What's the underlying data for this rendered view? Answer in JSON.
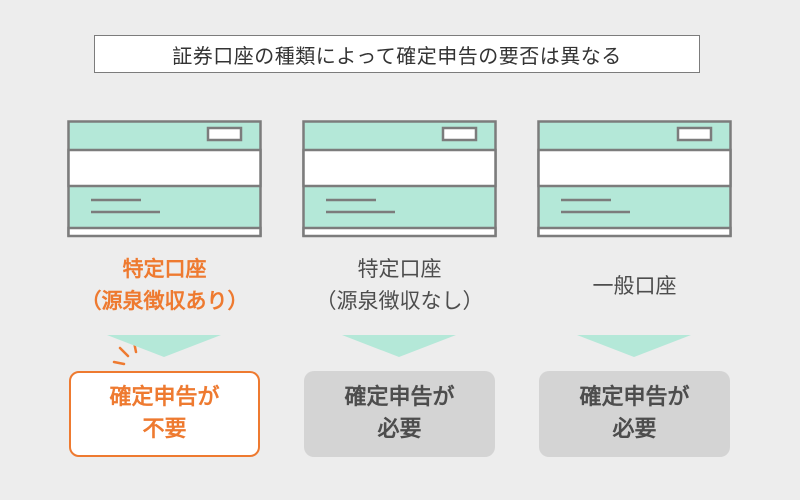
{
  "title": "証券口座の種類によって確定申告の要否は異なる",
  "colors": {
    "card_fill": "#b4e8d8",
    "card_border": "#7c7c7c",
    "accent": "#ee7a30",
    "muted_box": "#d4d4d4",
    "background": "#ededed"
  },
  "columns": [
    {
      "label_line1": "特定口座",
      "label_line2": "（源泉徴収あり）",
      "result_line1": "確定申告が",
      "result_line2": "不要",
      "highlight": true
    },
    {
      "label_line1": "特定口座",
      "label_line2": "（源泉徴収なし）",
      "result_line1": "確定申告が",
      "result_line2": "必要",
      "highlight": false
    },
    {
      "label_line1": "一般口座",
      "label_line2": "",
      "result_line1": "確定申告が",
      "result_line2": "必要",
      "highlight": false
    }
  ],
  "icons": {
    "card": "bankbook-card-icon",
    "arrow": "down-arrow-icon",
    "emphasis": "emphasis-sparks-icon"
  }
}
